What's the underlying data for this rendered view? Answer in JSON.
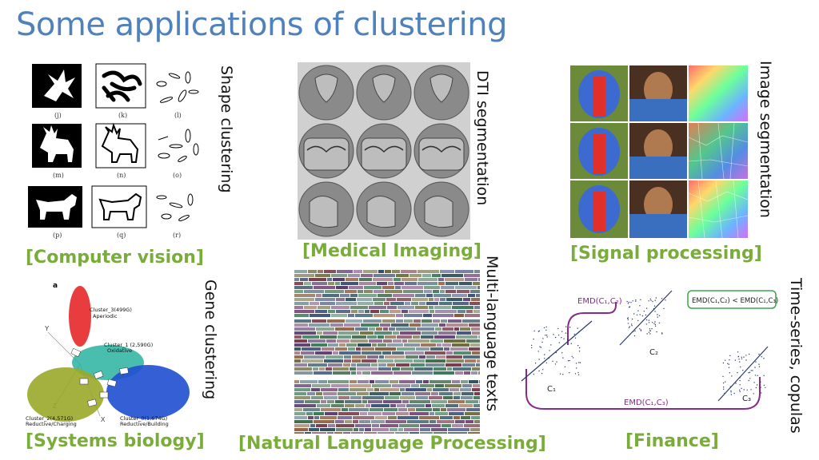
{
  "slide": {
    "title": "Some applications of clustering"
  },
  "panels": {
    "shape": {
      "category": "[Computer vision]",
      "side_label": "Shape clustering",
      "subfig_labels": [
        "(j)",
        "(k)",
        "(l)",
        "(m)",
        "(n)",
        "(o)",
        "(p)",
        "(q)",
        "(r)"
      ]
    },
    "dti": {
      "category": "[Medical Imaging]",
      "side_label": "DTI segmentation"
    },
    "image": {
      "category": "[Signal processing]",
      "side_label": "Image segmentation"
    },
    "gene": {
      "category": "[Systems biology]",
      "side_label": "Gene clustering",
      "panel_letter": "a",
      "clusters": [
        {
          "name": "Cluster_3(499G)",
          "desc": "Aperiodic",
          "color": "#e41a1c"
        },
        {
          "name": "Cluster_1 (2,590G)",
          "desc": "Oxidative",
          "color": "#2ab3a0"
        },
        {
          "name": "Cluster_2(4,571G)",
          "desc": "Reductive/Charging",
          "color": "#9aa82a"
        },
        {
          "name": "Cluster_0(1,674G)",
          "desc": "Reductive/Building",
          "color": "#1f4fd0"
        }
      ],
      "axes": [
        "Y",
        "Z",
        "X"
      ]
    },
    "nlp": {
      "category": "[Natural Language Processing]",
      "side_label": "Multi-language texts"
    },
    "finance": {
      "category": "[Finance]",
      "side_label": "Time-series, copulas",
      "emd12": "EMD(C₁,C₂)",
      "emd13": "EMD(C₁,C₃)",
      "inequality": "EMD(C₁,C₂) < EMD(C₁,C₃)",
      "c1": "C₁",
      "c2": "C₂",
      "c3": "C₃"
    }
  },
  "colors": {
    "title": "#4f81bd",
    "category": "#7aac3a",
    "finance_curve": "#8a2a8a",
    "finance_box": "#3fa34d"
  }
}
